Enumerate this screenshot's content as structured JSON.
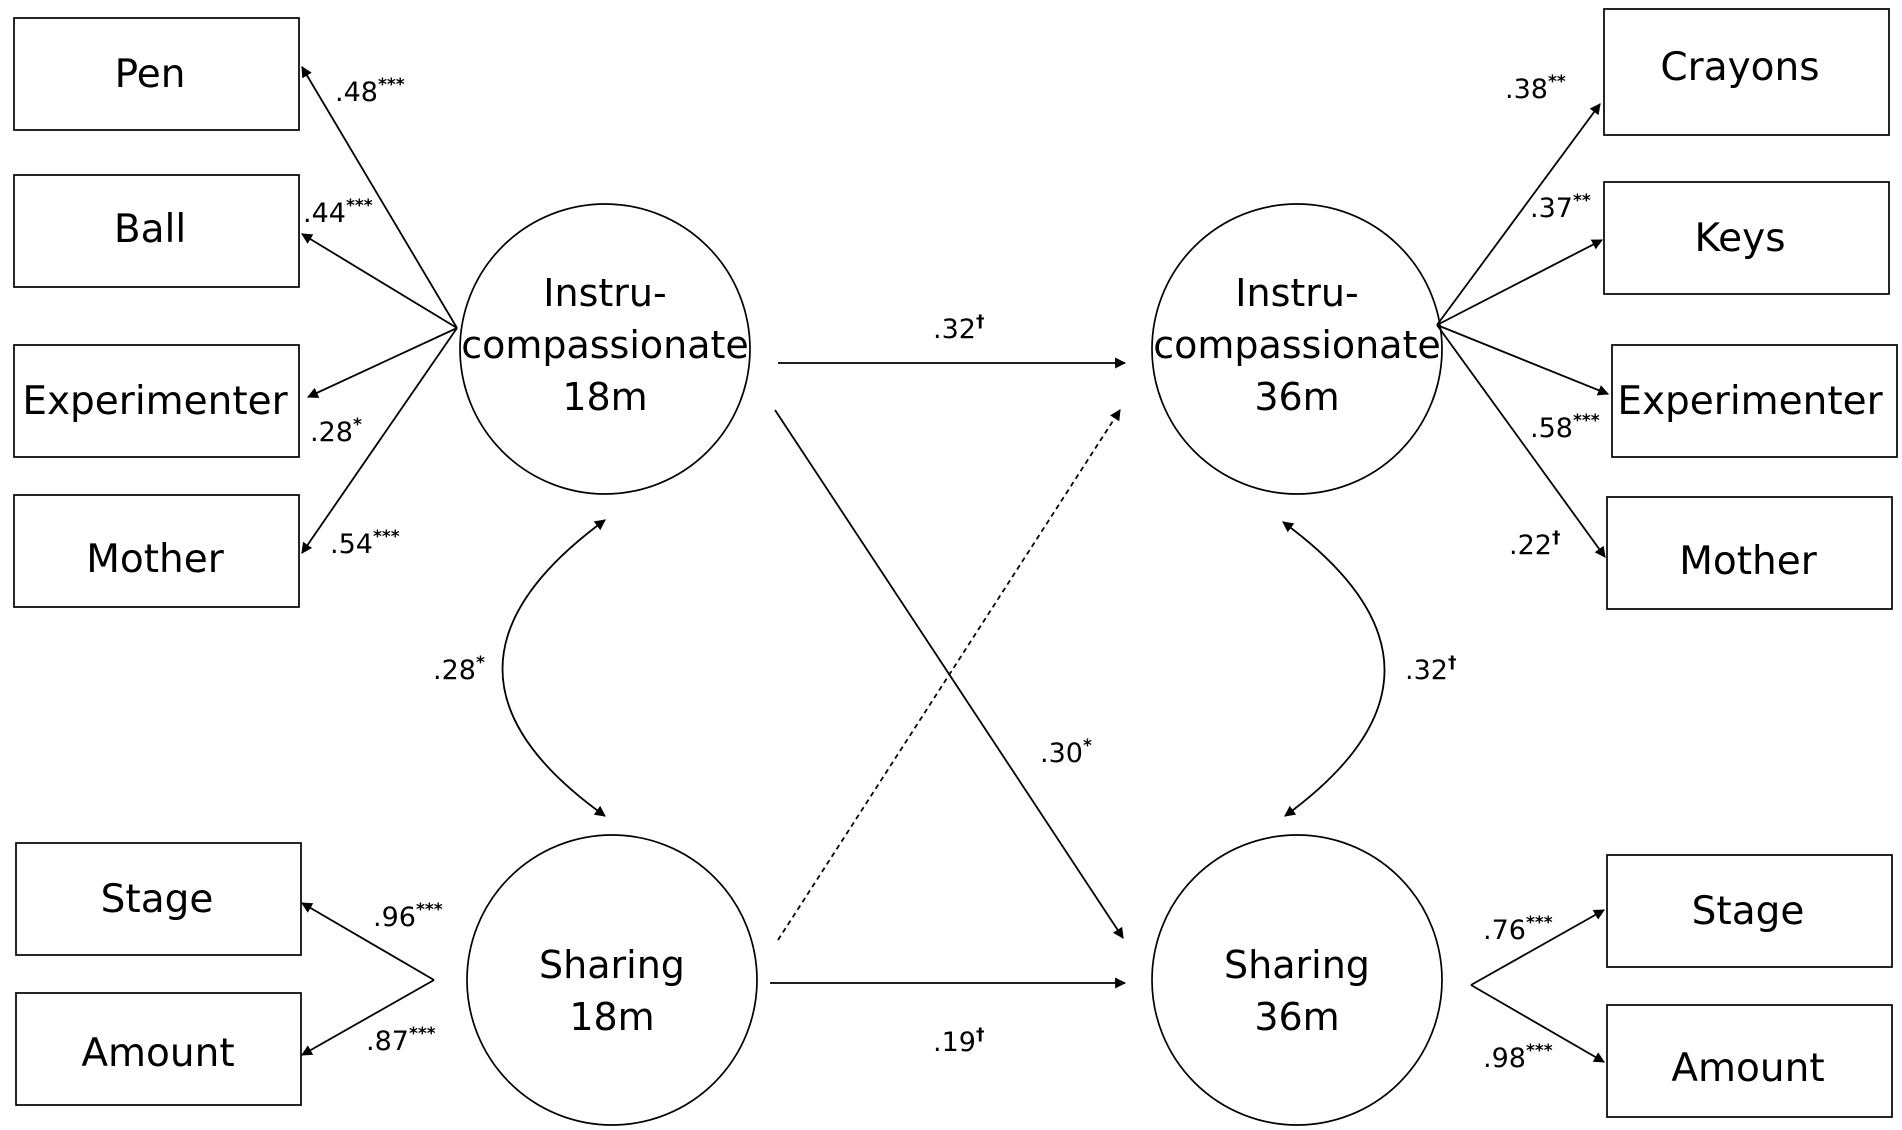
{
  "diagram": {
    "indicators_18m": {
      "pen": "Pen",
      "ball": "Ball",
      "experimenter": "Experimenter",
      "mother": "Mother",
      "stage": "Stage",
      "amount": "Amount"
    },
    "indicators_36m": {
      "crayons": "Crayons",
      "keys": "Keys",
      "experimenter": "Experimenter",
      "mother": "Mother",
      "stage": "Stage",
      "amount": "Amount"
    },
    "latents": {
      "ic18": {
        "line1": "Instru-",
        "line2": "compassionate",
        "line3": "18m"
      },
      "ic36": {
        "line1": "Instru-",
        "line2": "compassionate",
        "line3": "36m"
      },
      "sh18": {
        "line1": "Sharing",
        "line2": "18m"
      },
      "sh36": {
        "line1": "Sharing",
        "line2": "36m"
      }
    },
    "loadings": {
      "pen": {
        "value": ".48",
        "sig": "***"
      },
      "ball": {
        "value": ".44",
        "sig": "***"
      },
      "experimenter_18": {
        "value": ".28",
        "sig": "*"
      },
      "mother_18": {
        "value": ".54",
        "sig": "***"
      },
      "stage_18": {
        "value": ".96",
        "sig": "***"
      },
      "amount_18": {
        "value": ".87",
        "sig": "***"
      },
      "crayons": {
        "value": ".38",
        "sig": "**"
      },
      "keys": {
        "value": ".37",
        "sig": "**"
      },
      "experimenter_36": {
        "value": ".58",
        "sig": "***"
      },
      "mother_36": {
        "value": ".22",
        "sig": "†"
      },
      "stage_36": {
        "value": ".76",
        "sig": "***"
      },
      "amount_36": {
        "value": ".98",
        "sig": "***"
      }
    },
    "paths": {
      "ic18_ic36": {
        "value": ".32",
        "sig": "†"
      },
      "ic18_sh36": {
        "value": ".30",
        "sig": "*"
      },
      "sh18_sh36": {
        "value": ".19",
        "sig": "†"
      }
    },
    "covariances": {
      "t18": {
        "value": ".28",
        "sig": "*"
      },
      "t36": {
        "value": ".32",
        "sig": "†"
      }
    }
  }
}
